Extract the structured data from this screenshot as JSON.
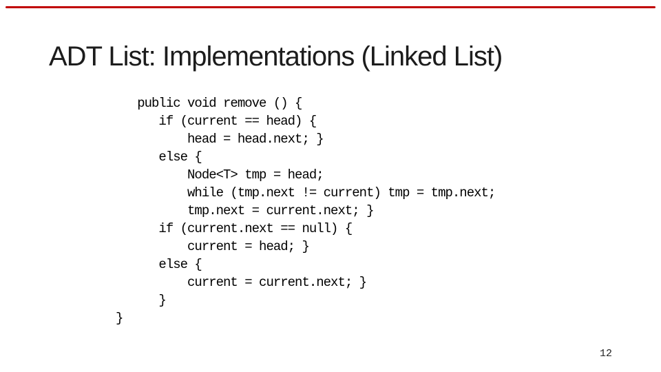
{
  "slide": {
    "background_color": "#ffffff",
    "accent_color": "#c00000",
    "title": "ADT List: Implementations (Linked List)",
    "page_number": "12",
    "code_lines": [
      "   public void remove () {",
      "      if (current == head) {",
      "          head = head.next; }",
      "      else {",
      "          Node<T> tmp = head;",
      "          while (tmp.next != current) tmp = tmp.next;",
      "          tmp.next = current.next; }",
      "      if (current.next == null) {",
      "          current = head; }",
      "      else {",
      "          current = current.next; }",
      "      }",
      "}"
    ]
  }
}
